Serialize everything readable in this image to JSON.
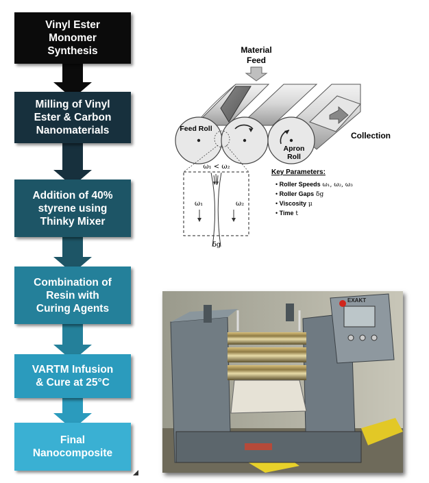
{
  "flowchart": {
    "steps": [
      {
        "lines": [
          "Vinyl Ester",
          "Monomer",
          "Synthesis"
        ],
        "color": "#0b0b0b"
      },
      {
        "lines": [
          "Milling of Vinyl",
          "Ester & Carbon",
          "Nanomaterials"
        ],
        "color": "#17303d"
      },
      {
        "lines": [
          "Addition of 40%",
          "styrene using",
          "Thinky Mixer"
        ],
        "color": "#1d5566"
      },
      {
        "lines": [
          "Combination of",
          "Resin with",
          "Curing Agents"
        ],
        "color": "#24809a"
      },
      {
        "lines": [
          "VARTM Infusion",
          "& Cure at 25°C"
        ],
        "color": "#2b9bbd"
      },
      {
        "lines": [
          "Final",
          "Nanocomposite"
        ],
        "color": "#3ab0d3"
      }
    ]
  },
  "mill_diagram": {
    "material_feed_label": [
      "Material",
      "Feed"
    ],
    "feed_roll_label": "Feed Roll",
    "apron_roll_label": [
      "Apron",
      "Roll"
    ],
    "collection_label": "Collection",
    "speed_relation": "ω₁ < ω₂",
    "omega1": "ω₁",
    "omega2": "ω₂",
    "gap_symbol": "δg",
    "key_parameters": {
      "title": "Key Parameters:",
      "items": [
        {
          "bold": "Roller Speeds",
          "rest": " ω₁, ω₂, ω₃"
        },
        {
          "bold": "Roller Gaps",
          "rest": " δg"
        },
        {
          "bold": "Viscosity",
          "rest": " μ"
        },
        {
          "bold": "Time",
          "rest": " t"
        }
      ]
    }
  },
  "photo": {
    "brand_text": "EXAKT"
  }
}
